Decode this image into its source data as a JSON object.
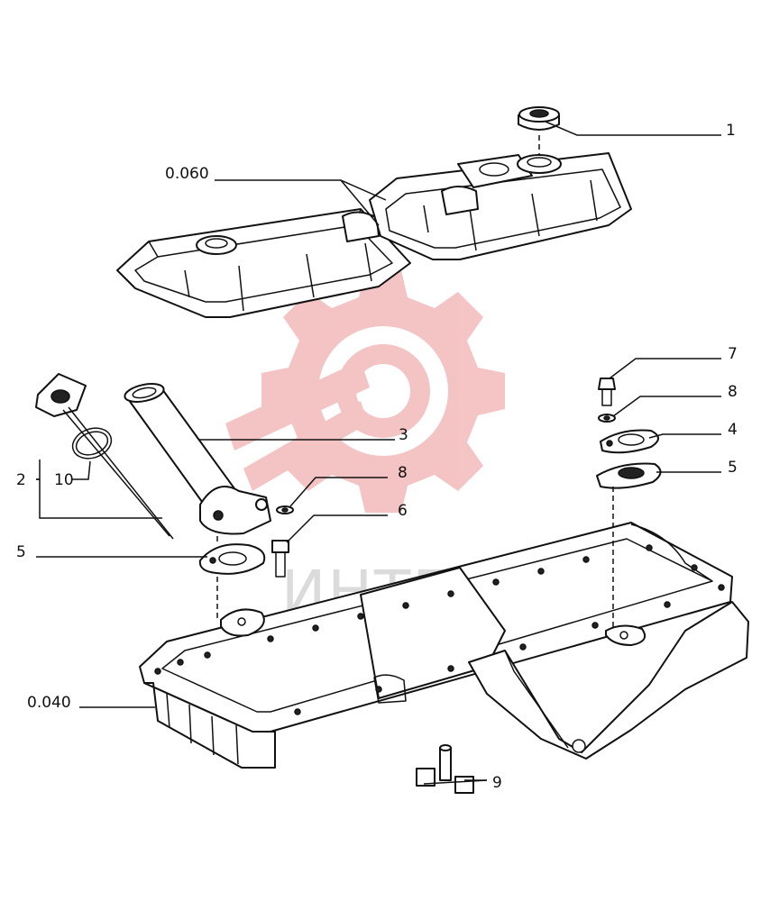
{
  "watermark": {
    "text": "ИНТЕХ",
    "gear_color": "#f2b5b5"
  },
  "callouts": [
    {
      "id": "c1",
      "label": "1"
    },
    {
      "id": "c0060",
      "label": "0.060"
    },
    {
      "id": "c7",
      "label": "7"
    },
    {
      "id": "c8r",
      "label": "8"
    },
    {
      "id": "c4",
      "label": "4"
    },
    {
      "id": "c5r",
      "label": "5"
    },
    {
      "id": "c3",
      "label": "3"
    },
    {
      "id": "c8m",
      "label": "8"
    },
    {
      "id": "c6",
      "label": "6"
    },
    {
      "id": "c2",
      "label": "2"
    },
    {
      "id": "c10",
      "label": "10"
    },
    {
      "id": "c5l",
      "label": "5"
    },
    {
      "id": "c0040",
      "label": "0.040"
    },
    {
      "id": "c9",
      "label": "9"
    }
  ]
}
